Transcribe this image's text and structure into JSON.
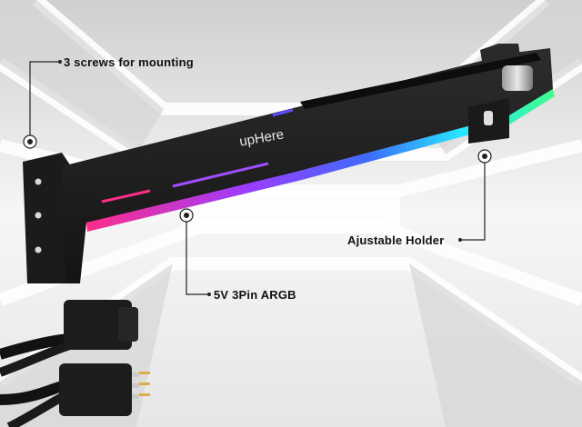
{
  "product": {
    "brand": "upHere"
  },
  "callouts": {
    "mounting": "3 screws for mounting",
    "holder": "Ajustable Holder",
    "argb": "5V 3Pin ARGB"
  },
  "colors": {
    "background": "#f4f4f4",
    "bracket": "#1f1f1f",
    "rgb_pink": "#ff2d8a",
    "rgb_purple": "#7a4dff",
    "rgb_cyan": "#27e6ff",
    "rgb_green": "#3dff8a"
  }
}
